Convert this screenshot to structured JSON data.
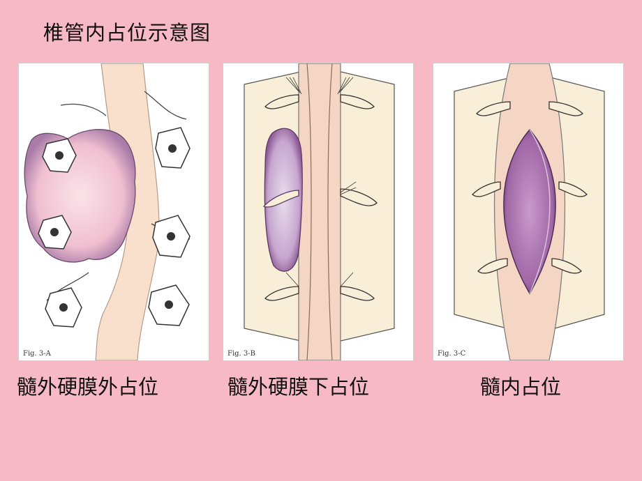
{
  "title": "椎管内占位示意图",
  "panels": [
    {
      "fig_label": "Fig. 3-A",
      "caption": "髓外硬膜外占位"
    },
    {
      "fig_label": "Fig. 3-B",
      "caption": "髓外硬膜下占位"
    },
    {
      "fig_label": "Fig. 3-C",
      "caption": "髓内占位"
    }
  ],
  "colors": {
    "background": "#f7b9c6",
    "cord": "#f8e0cc",
    "tumor_pink": "#f2c6d6",
    "tumor_purple": "#9b5a9e"
  }
}
